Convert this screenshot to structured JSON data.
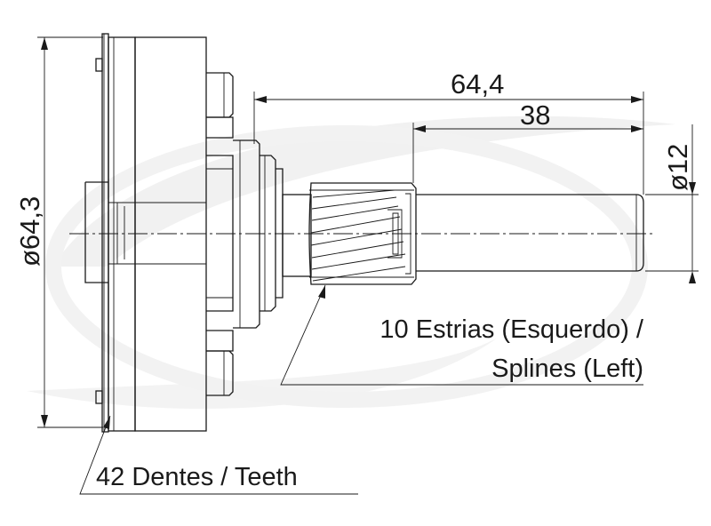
{
  "dimensions": {
    "overall_diameter": "64,3",
    "shaft_length": "64,4",
    "spline_length": "38",
    "shaft_diameter": "12",
    "diameter_symbol": "ø"
  },
  "notes": {
    "splines_line1": "10 Estrias (Esquerdo) /",
    "splines_line2": "Splines (Left)",
    "teeth": "42 Dentes / Teeth"
  },
  "colors": {
    "line": "#1a1a1a",
    "watermark": "#f1f1f1",
    "background": "#ffffff"
  }
}
